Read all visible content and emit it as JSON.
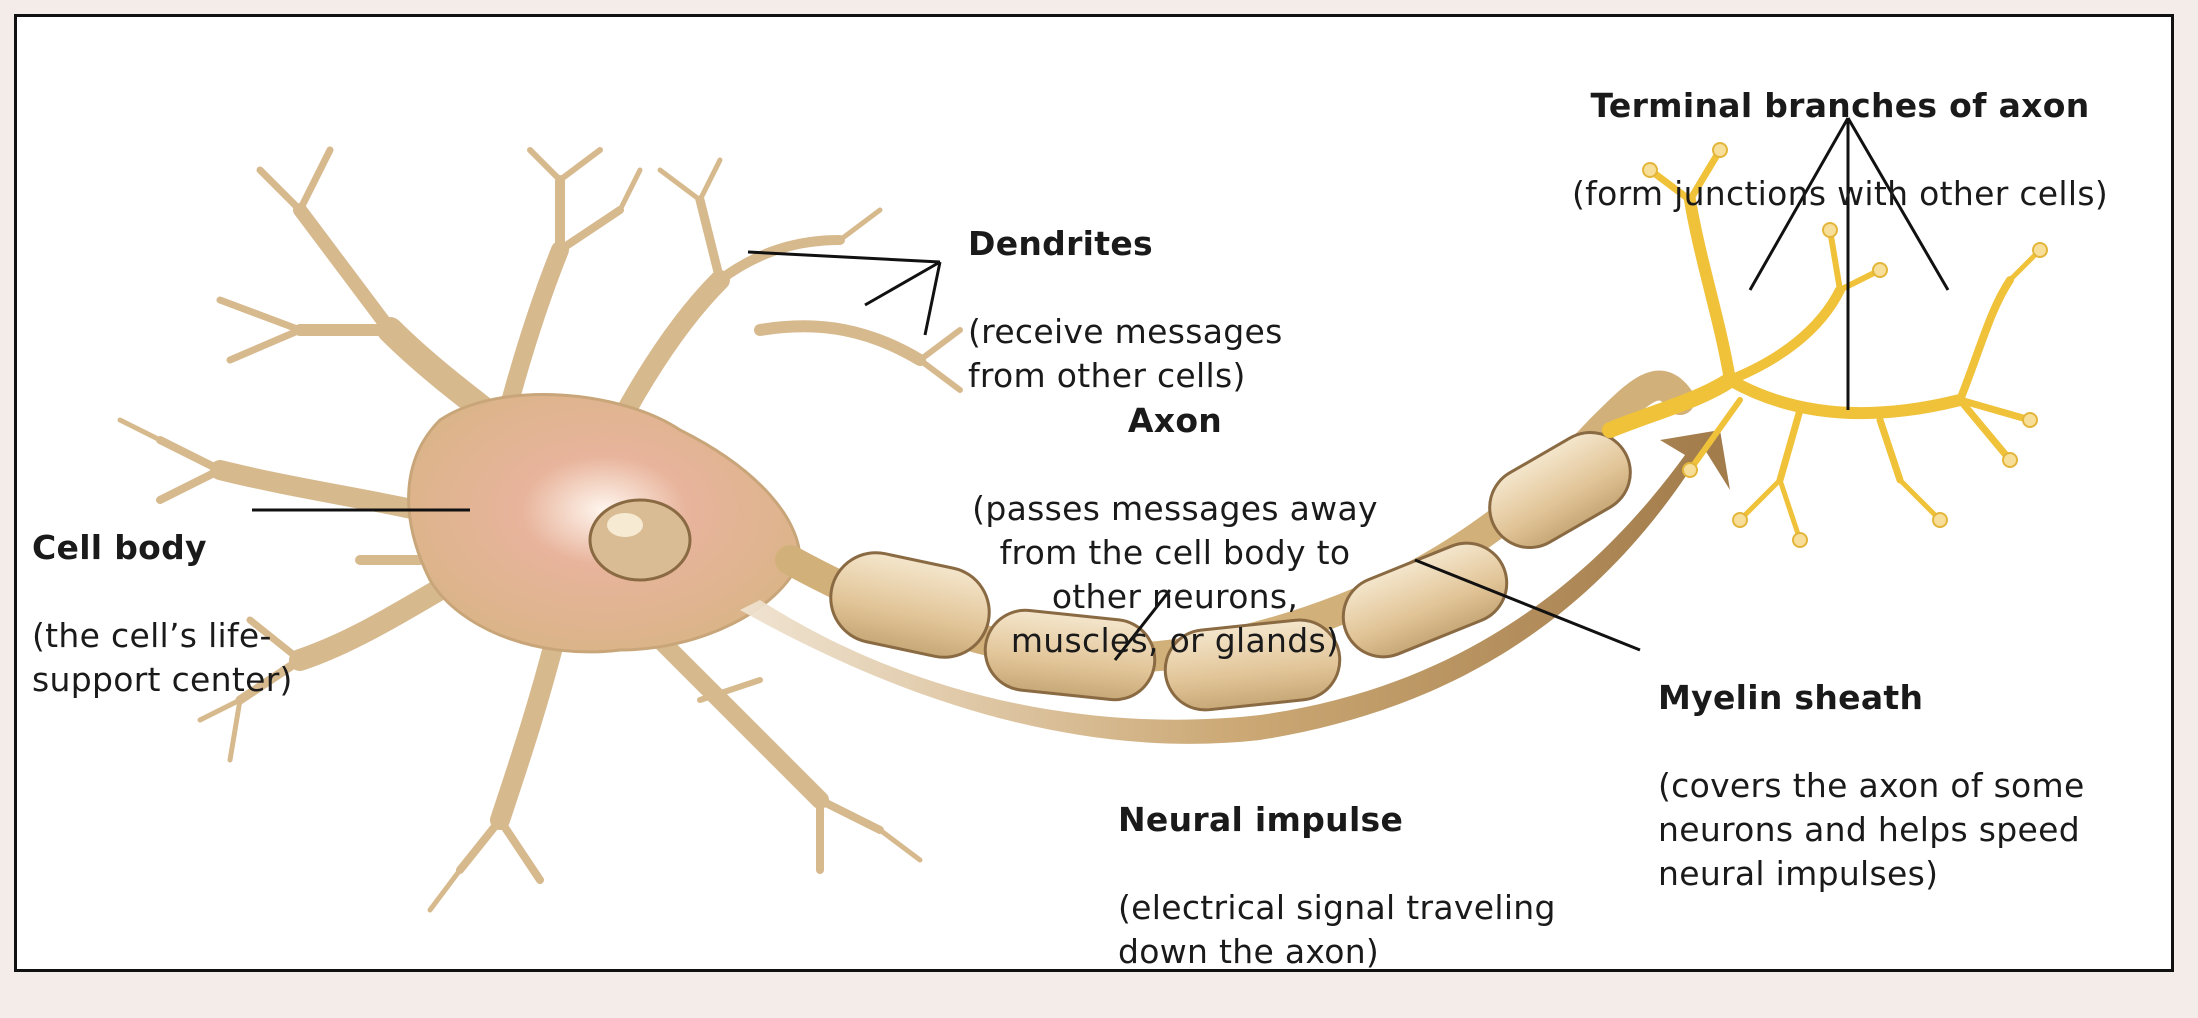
{
  "labels": {
    "terminal": {
      "title": "Terminal branches of axon",
      "desc": "(form junctions with other cells)"
    },
    "dendrites": {
      "title": "Dendrites",
      "desc": "(receive messages\nfrom other cells)"
    },
    "axon": {
      "title": "Axon",
      "desc": "(passes messages away\nfrom the cell body to\nother neurons,\nmuscles, or glands)"
    },
    "cellbody": {
      "title": "Cell body",
      "desc": "(the cell’s life-\nsupport center)"
    },
    "myelin": {
      "title": "Myelin sheath",
      "desc": "(covers the axon of some\nneurons and helps speed\nneural impulses)"
    },
    "impulse": {
      "title": "Neural impulse",
      "desc": "(electrical signal traveling\ndown the axon)"
    }
  },
  "colors": {
    "dendrite_fill": "#ecd6b4",
    "dendrite_stroke": "#c9a67a",
    "soma_center": "#e9a98f",
    "myelin_fill": "#e7cfa6",
    "myelin_stroke": "#8a6a43",
    "terminal_fill": "#f2c640",
    "impulse_arrow": "#b08a52"
  }
}
